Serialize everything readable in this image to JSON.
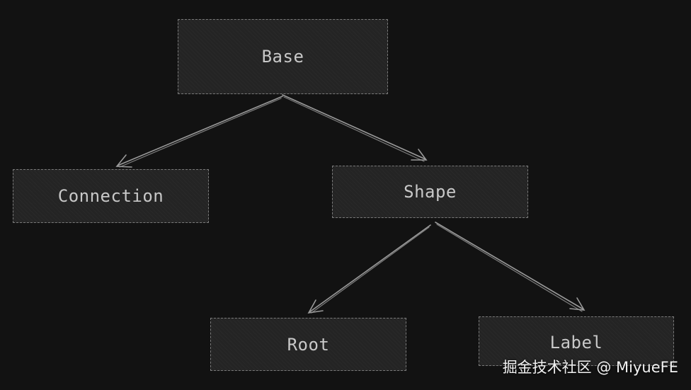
{
  "nodes": {
    "base": "Base",
    "connection": "Connection",
    "shape": "Shape",
    "root": "Root",
    "label": "Label"
  },
  "edges": [
    {
      "from": "Base",
      "to": "Connection"
    },
    {
      "from": "Base",
      "to": "Shape"
    },
    {
      "from": "Shape",
      "to": "Root"
    },
    {
      "from": "Shape",
      "to": "Label"
    }
  ],
  "watermark": "掘金技术社区 @ MiyueFE",
  "colors": {
    "background": "#121212",
    "node_fill": "#242424",
    "node_border": "#7a7a7a",
    "text": "#c8c8c8",
    "edge": "#9a9a9a"
  }
}
